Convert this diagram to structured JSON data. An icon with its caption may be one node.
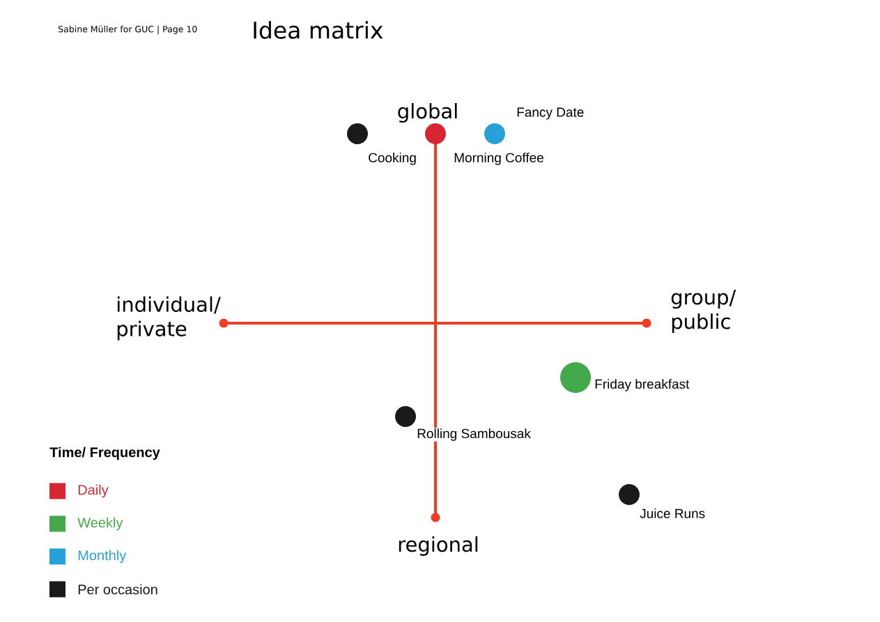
{
  "diagram": {
    "title": "Idea matrix",
    "nodes": [
      {
        "text": [],
        "shape": "circle",
        "beside": [
          "Cooking"
        ]
      },
      {
        "text": [],
        "shape": "circle",
        "beside": [
          "Morning Coffee"
        ]
      },
      {
        "text": [],
        "shape": "circle",
        "beside": [
          "Fancy Date"
        ]
      },
      {
        "text": [],
        "shape": "circle",
        "beside": [
          "Friday breakfast"
        ]
      },
      {
        "text": [],
        "shape": "circle",
        "beside": [
          "Rolling Sambousak"
        ]
      },
      {
        "text": [],
        "shape": "circle",
        "beside": [
          "Juice Runs"
        ]
      }
    ],
    "labels": [
      "Sabine Müller for GUC | Page 10",
      "global",
      "individual/ private",
      "group/ public",
      "regional",
      "Time/ Frequency"
    ],
    "legend": [
      {
        "text": "Daily",
        "color": "#d72631"
      },
      {
        "text": "Weekly",
        "color": "#43a94b"
      },
      {
        "text": "Monthly",
        "color": "#27a2d8"
      },
      {
        "text": "Per occasion",
        "color": "#1a1a1a"
      }
    ]
  }
}
